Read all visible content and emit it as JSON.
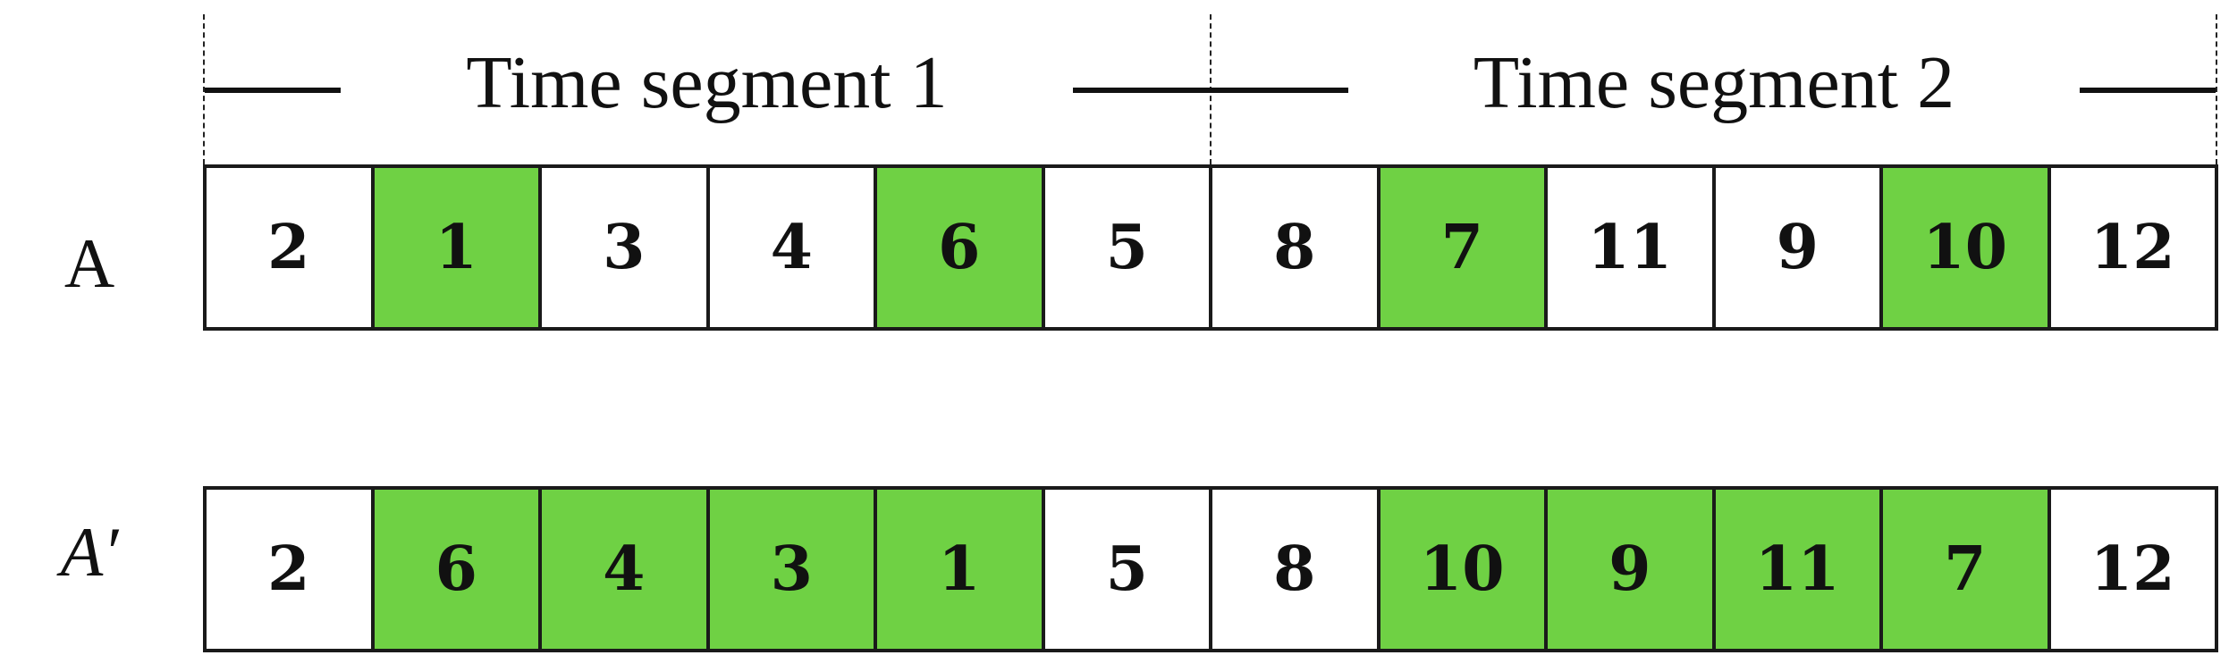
{
  "segments": [
    {
      "label": "Time segment 1"
    },
    {
      "label": "Time segment 2"
    }
  ],
  "rows": [
    {
      "label": "A",
      "italic": false,
      "cells": [
        {
          "value": "2",
          "highlight": false
        },
        {
          "value": "1",
          "highlight": true
        },
        {
          "value": "3",
          "highlight": false
        },
        {
          "value": "4",
          "highlight": false
        },
        {
          "value": "6",
          "highlight": true
        },
        {
          "value": "5",
          "highlight": false
        },
        {
          "value": "8",
          "highlight": false
        },
        {
          "value": "7",
          "highlight": true
        },
        {
          "value": "11",
          "highlight": false
        },
        {
          "value": "9",
          "highlight": false
        },
        {
          "value": "10",
          "highlight": true
        },
        {
          "value": "12",
          "highlight": false
        }
      ]
    },
    {
      "label": "A′",
      "italic": true,
      "cells": [
        {
          "value": "2",
          "highlight": false
        },
        {
          "value": "6",
          "highlight": true
        },
        {
          "value": "4",
          "highlight": true
        },
        {
          "value": "3",
          "highlight": true
        },
        {
          "value": "1",
          "highlight": true
        },
        {
          "value": "5",
          "highlight": false
        },
        {
          "value": "8",
          "highlight": false
        },
        {
          "value": "10",
          "highlight": true
        },
        {
          "value": "9",
          "highlight": true
        },
        {
          "value": "11",
          "highlight": true
        },
        {
          "value": "7",
          "highlight": true
        },
        {
          "value": "12",
          "highlight": false
        }
      ]
    }
  ],
  "colors": {
    "highlight": "#6fd144",
    "plain": "#ffffff",
    "stroke": "#1a1a1a"
  }
}
